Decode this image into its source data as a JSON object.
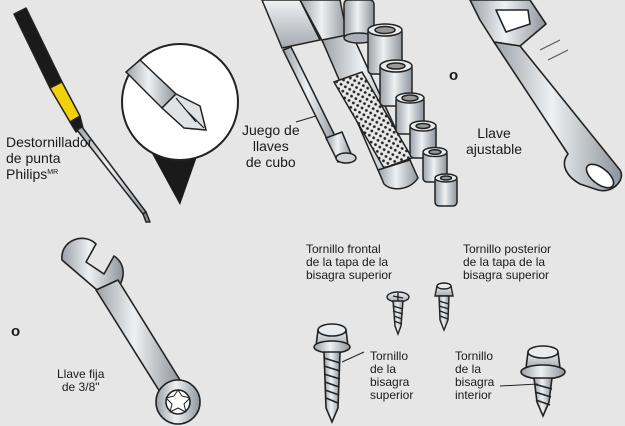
{
  "tools": {
    "screwdriver": {
      "line1": "Destornillador",
      "line2": "de punta",
      "line3": "Philips",
      "sup": "MR"
    },
    "socket_set": {
      "line1": "Juego de",
      "line2": "llaves",
      "line3": "de cubo"
    },
    "adjustable_wrench": {
      "line1": "Llave",
      "line2": "ajustable"
    },
    "or_top": "o",
    "or_bottom": "o",
    "open_wrench": {
      "line1": "Llave fija",
      "line2": "de 3/8\""
    }
  },
  "screws": {
    "front_top_cover": {
      "line1": "Tornillo frontal",
      "line2": "de la tapa de la",
      "line3": "bisagra superior"
    },
    "rear_top_cover": {
      "line1": "Tornillo posterior",
      "line2": "de la tapa de la",
      "line3": "bisagra superior"
    },
    "top_hinge": {
      "line1": "Tornillo",
      "line2": "de la",
      "line3": "bisagra",
      "line4": "superior"
    },
    "bottom_hinge": {
      "line1": "Tornillo",
      "line2": "de la",
      "line3": "bisagra",
      "line4": "interior"
    }
  },
  "colors": {
    "background": "#e6e6e6",
    "handle_yellow": "#f2d10a",
    "handle_black": "#1a1a1a",
    "metal": "#c9ced3",
    "outline": "#222222"
  }
}
